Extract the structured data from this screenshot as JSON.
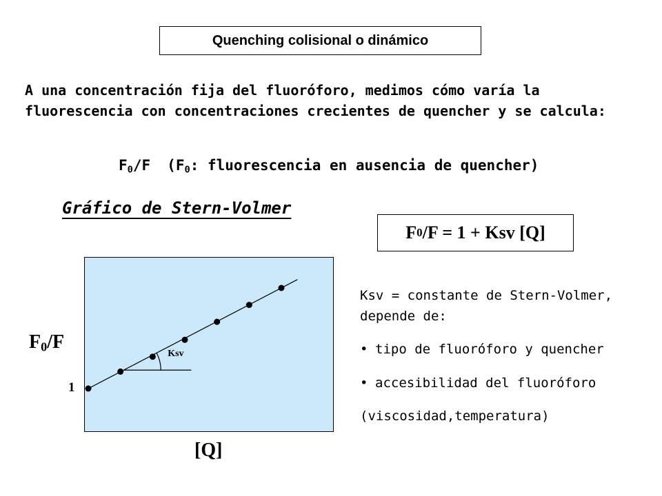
{
  "title": "Quenching colisional o dinámico",
  "intro": "A una concentración fija del fluoróforo, medimos cómo varía la fluorescencia con concentraciones crecientes de quencher y se calcula:",
  "ratio": {
    "expr_f": "F",
    "expr_sub": "0",
    "expr_rest": "/F",
    "note_open": "(F",
    "note_sub": "0",
    "note_text": ": fluorescencia en ausencia de quencher)"
  },
  "graph_heading": "Gráfico de Stern-Volmer",
  "equation": {
    "left": "F",
    "sub": "0",
    "right": "/F = 1 + Ksv [Q]"
  },
  "plot": {
    "y_label_f": "F",
    "y_label_sub": "0",
    "y_label_rest": "/F",
    "x_label": "[Q]",
    "intercept_label": "1",
    "slope_label": "Ksv",
    "background_color": "#cce8fb"
  },
  "chart_data": {
    "type": "scatter",
    "title": "Gráfico de Stern-Volmer",
    "xlabel": "[Q]",
    "ylabel": "F0/F",
    "x": [
      0,
      1,
      2,
      3,
      4,
      5,
      6
    ],
    "y": [
      1.0,
      1.97,
      2.82,
      3.79,
      4.82,
      5.79,
      6.76
    ],
    "fit_line": {
      "intercept": 1,
      "slope_label": "Ksv"
    },
    "xlim": [
      0,
      6
    ],
    "ylim": [
      1,
      6.76
    ],
    "grid": false,
    "legend": "none"
  },
  "description": {
    "ksv_text": "Ksv = constante de Stern-Volmer, depende de:",
    "bullets": [
      "tipo de fluoróforo y quencher",
      "accesibilidad del fluoróforo"
    ],
    "note": "(viscosidad,temperatura)"
  }
}
